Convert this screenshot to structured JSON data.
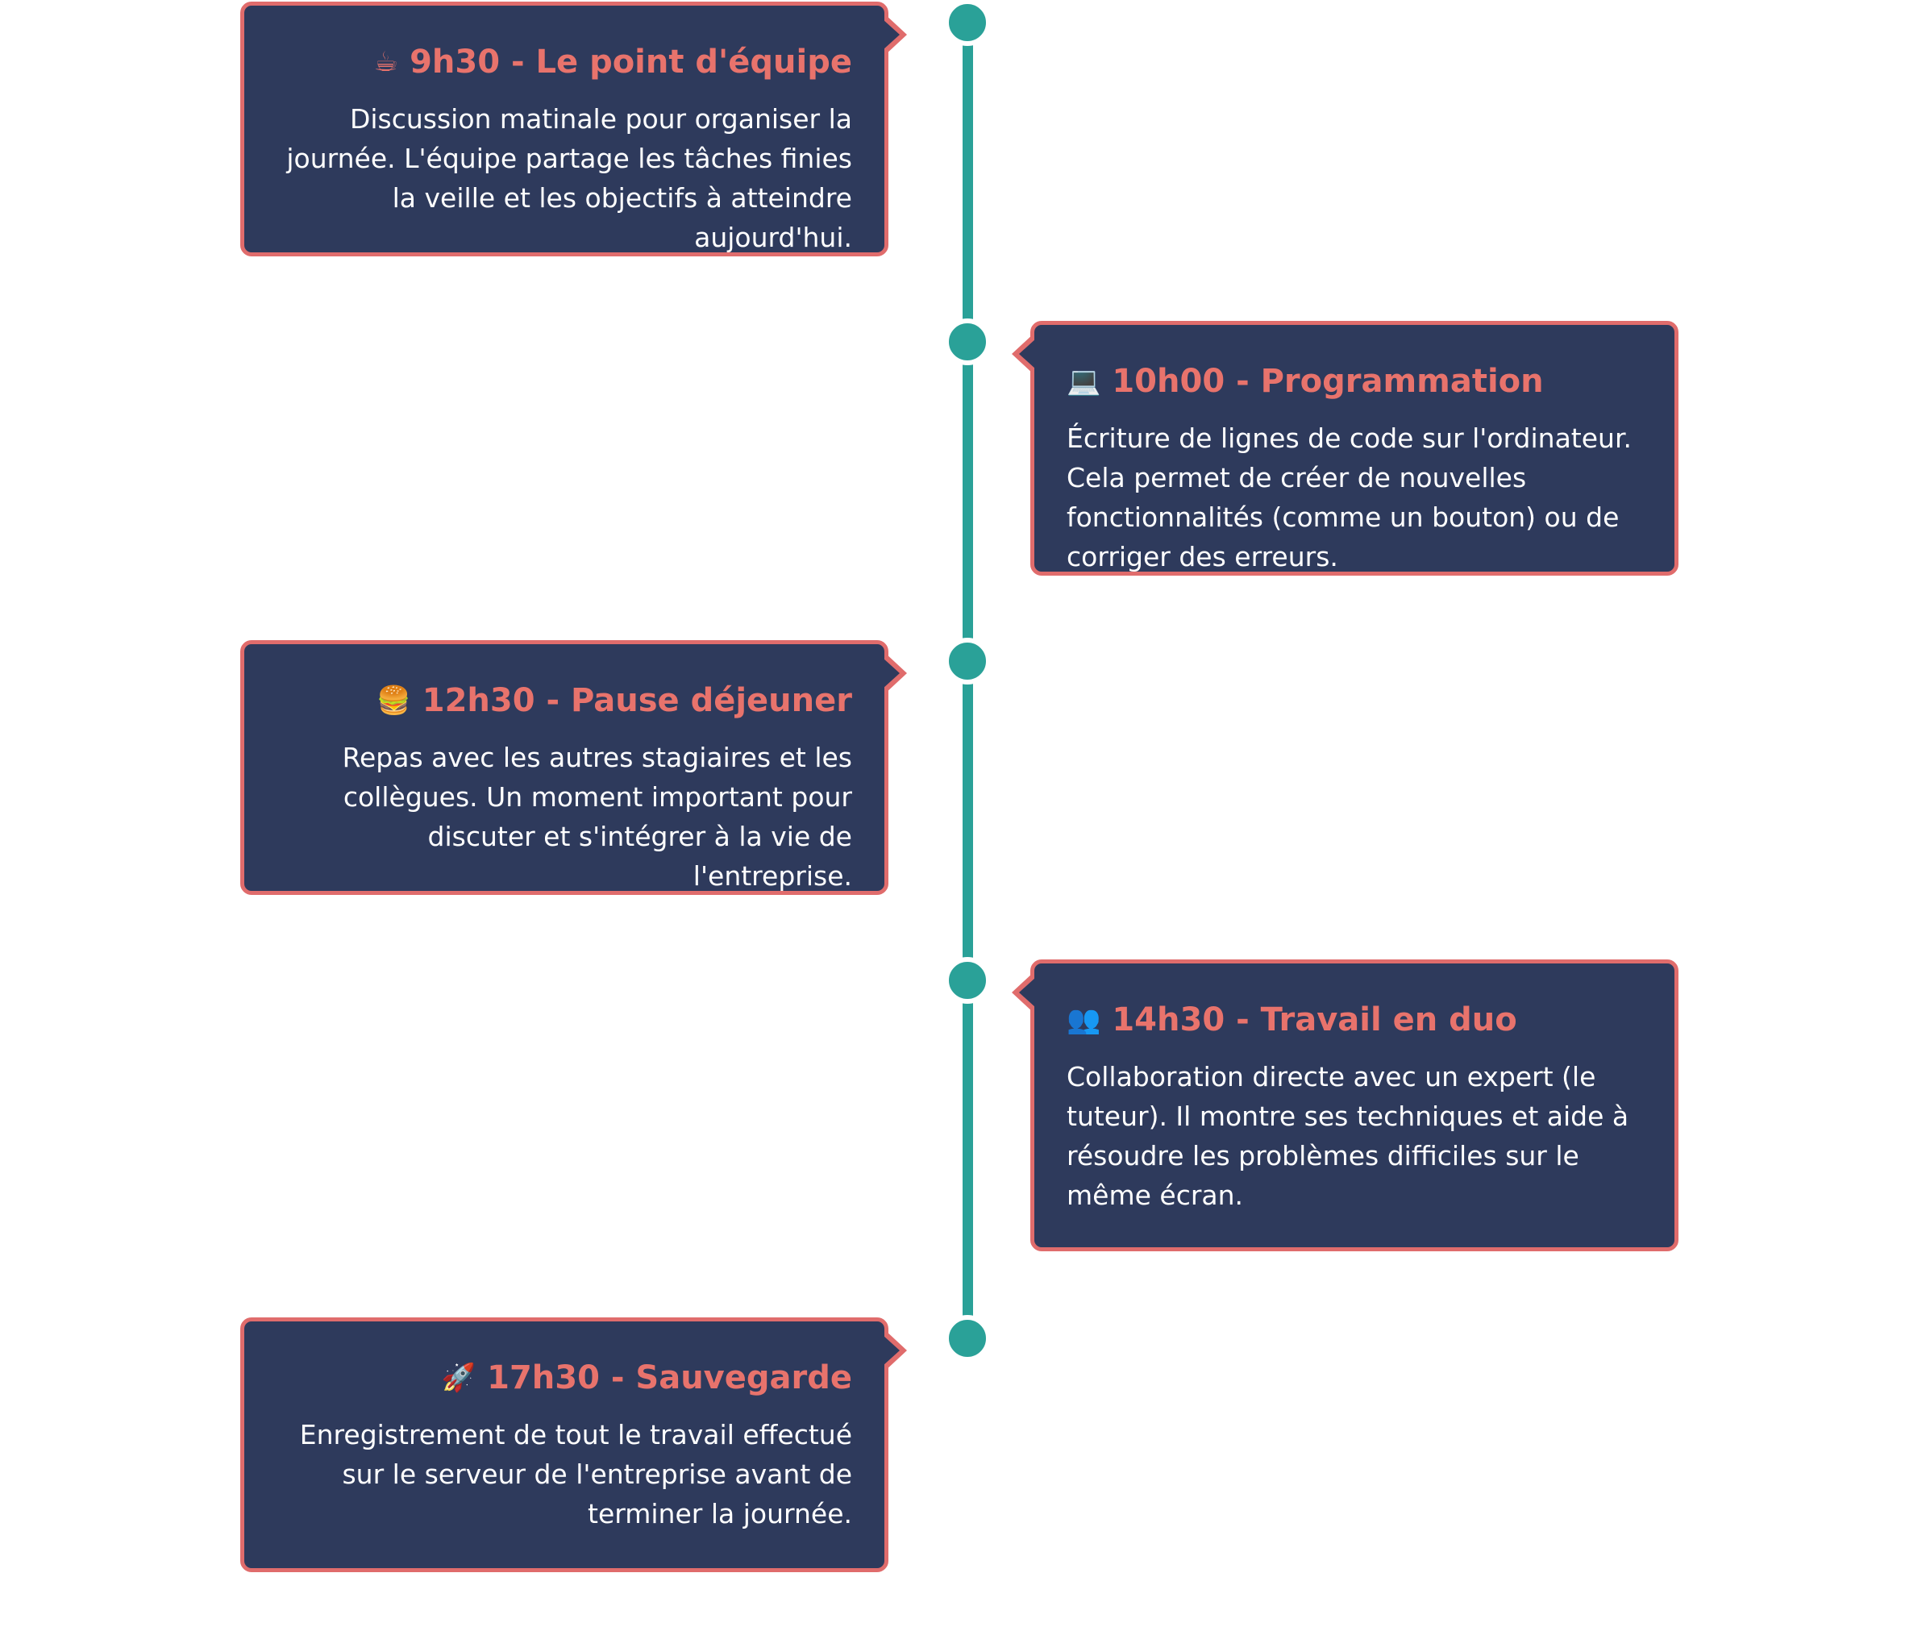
{
  "colors": {
    "line": "#2aa198",
    "dot": "#2aa198",
    "card_bg": "#2e3a5c",
    "card_border": "#e06c6c",
    "title": "#e8736c",
    "text": "#ffffff"
  },
  "events": [
    {
      "icon": "coffee-cup-icon",
      "icon_glyph": "☕",
      "title": "9h30 - Le point d'équipe",
      "description": "Discussion matinale pour organiser la journée. L'équipe partage les tâches finies la veille et les objectifs à atteindre aujourd'hui."
    },
    {
      "icon": "laptop-icon",
      "icon_glyph": "💻",
      "title": "10h00 - Programmation",
      "description": "Écriture de lignes de code sur l'ordinateur. Cela permet de créer de nouvelles fonctionnalités (comme un bouton) ou de corriger des erreurs."
    },
    {
      "icon": "burger-icon",
      "icon_glyph": "🍔",
      "title": "12h30 - Pause déjeuner",
      "description": "Repas avec les autres stagiaires et les collègues. Un moment important pour discuter et s'intégrer à la vie de l'entreprise."
    },
    {
      "icon": "people-icon",
      "icon_glyph": "👥",
      "title": "14h30 - Travail en duo",
      "description": "Collaboration directe avec un expert (le tuteur). Il montre ses techniques et aide à résoudre les problèmes difficiles sur le même écran."
    },
    {
      "icon": "rocket-icon",
      "icon_glyph": "🚀",
      "title": "17h30 - Sauvegarde",
      "description": "Enregistrement de tout le travail effectué sur le serveur de l'entreprise avant de terminer la journée."
    }
  ]
}
